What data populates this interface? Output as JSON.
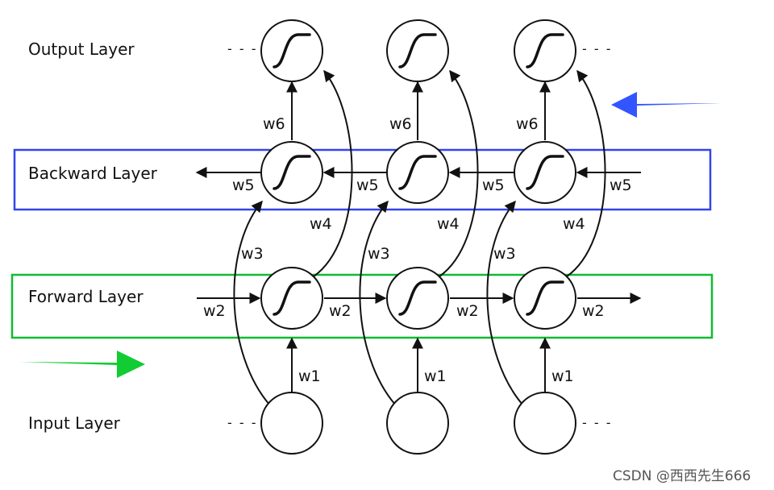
{
  "layers": {
    "output": "Output Layer",
    "backward": "Backward Layer",
    "forward": "Forward Layer",
    "input": "Input Layer"
  },
  "weights": {
    "w1": "w1",
    "w2": "w2",
    "w3": "w3",
    "w4": "w4",
    "w5": "w5",
    "w6": "w6"
  },
  "ellipsis": "- - -",
  "watermark": "CSDN @西西先生666",
  "colors": {
    "backward_box": "#3344ee",
    "forward_box": "#11bb33",
    "backward_arrow": "#3355ff",
    "forward_arrow": "#11cc33"
  }
}
